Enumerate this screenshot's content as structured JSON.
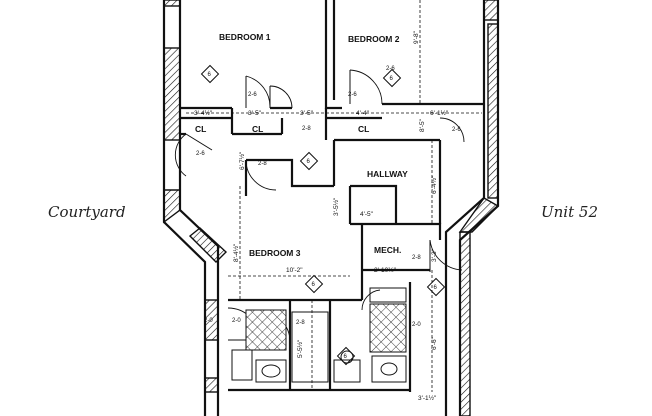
{
  "labels": {
    "courtyard": "Courtyard",
    "unit": "Unit 52"
  },
  "rooms": {
    "bedroom1": "BEDROOM 1",
    "bedroom2": "BEDROOM 2",
    "bedroom3": "BEDROOM 3",
    "hallway": "HALLWAY",
    "mech": "MECH.",
    "cl1": "CL",
    "cl2": "CL",
    "cl3": "CL"
  },
  "dimensions": {
    "d1": "3'-4½\"",
    "d2": "3'-5\"",
    "d3": "3'-5\"",
    "d4": "4'-4\"",
    "d5": "6'-1½\"",
    "d6": "9'-8\"",
    "d7": "6'-7½\"",
    "d8": "10'-2\"",
    "d9": "8'-4½\"",
    "d10": "6'-4½\"",
    "d11": "2'-10½\"",
    "d12": "3'-5½\"",
    "d13": "4'-5\"",
    "d14": "3'-1½\"",
    "d15": "5'-5½\"",
    "d16": "6'-6\"",
    "d17": "8'-5\"",
    "d18": "3'-3\""
  },
  "doors": {
    "door1": "2-6",
    "door2": "2-6",
    "door3": "2-6",
    "door4": "2-8",
    "door5": "2-8",
    "door6": "2-6",
    "door7": "2-8",
    "door8": "2-8",
    "door9": "2-0",
    "door10": "2-0",
    "door11": "2-0",
    "door12": "2-6"
  },
  "tags": {
    "t1": "6",
    "t2": "6",
    "t3": "6",
    "t4": "6",
    "t5": "6",
    "t6": "6"
  }
}
